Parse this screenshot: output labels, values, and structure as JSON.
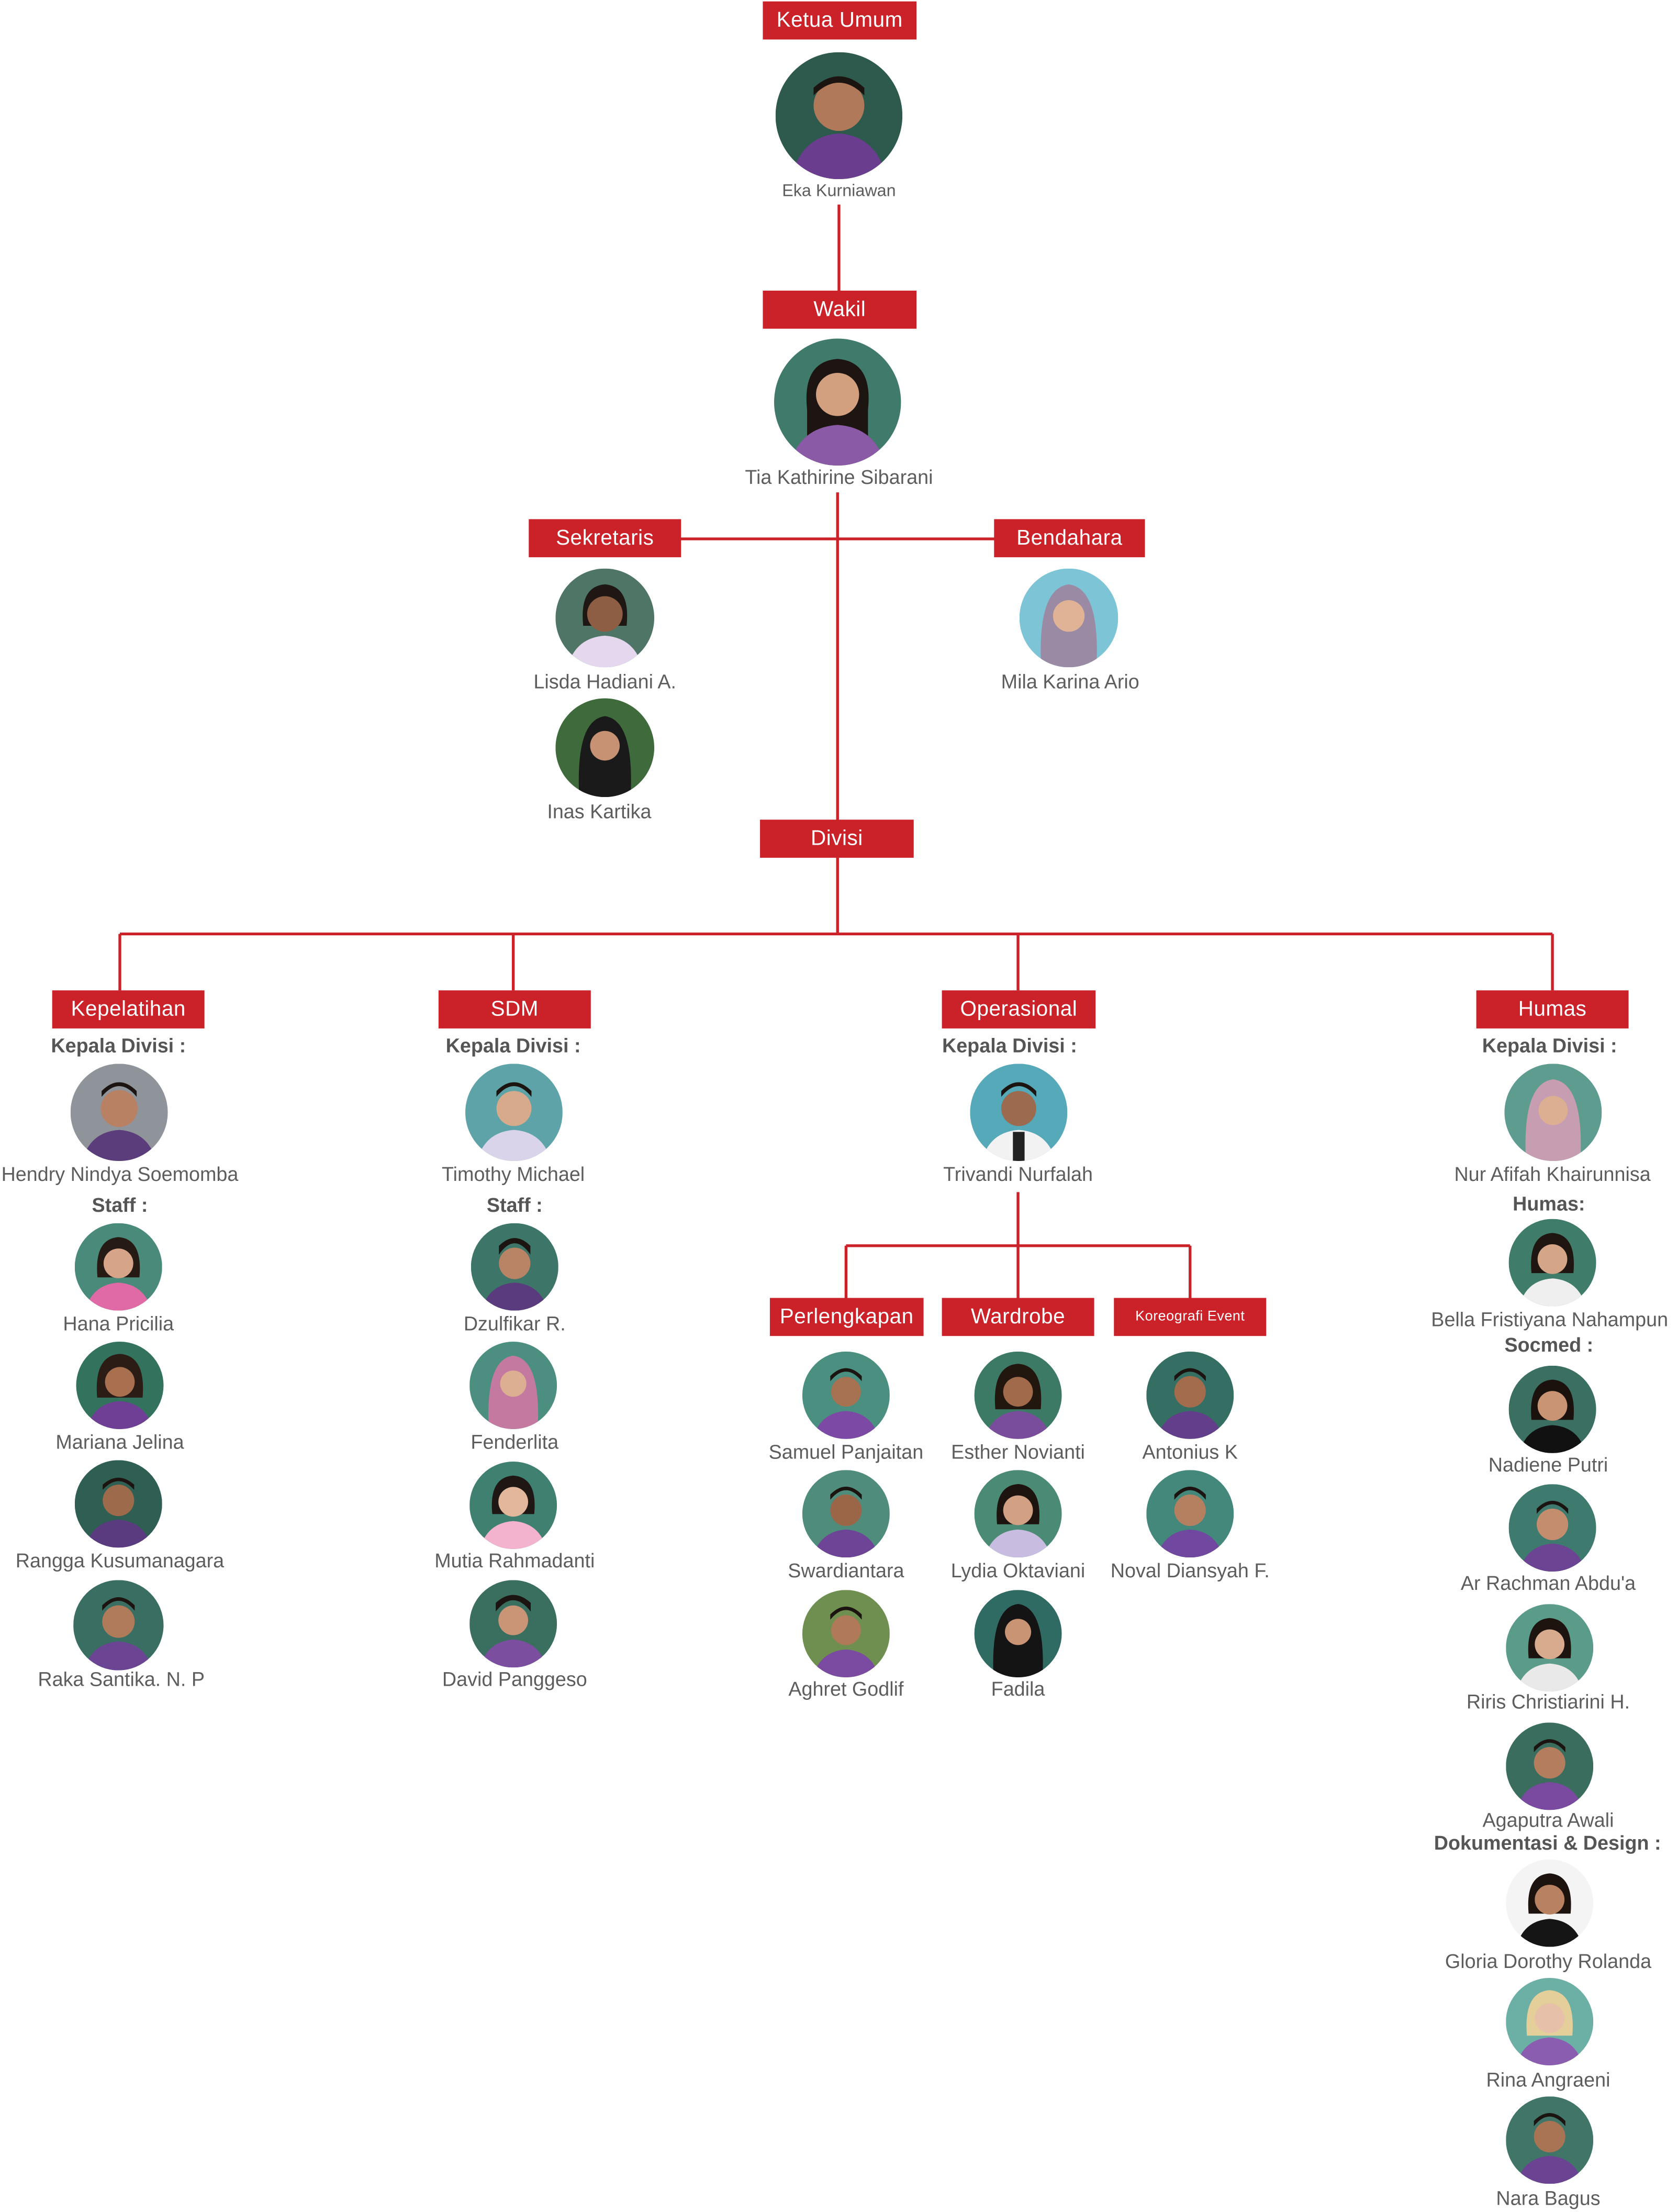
{
  "colors": {
    "accent": "#cb2229",
    "line": "#cb2229",
    "text": "#5d5d5d"
  },
  "top": {
    "ketua": {
      "role": "Ketua Umum",
      "name": "Eka Kurniawan"
    },
    "wakil": {
      "role": "Wakil",
      "name": "Tia Kathirine Sibarani"
    },
    "sekretaris": {
      "role": "Sekretaris",
      "names": [
        "Lisda Hadiani A.",
        "Inas Kartika"
      ]
    },
    "bendahara": {
      "role": "Bendahara",
      "name": "Mila Karina Ario"
    },
    "divisi": {
      "role": "Divisi"
    }
  },
  "divisions": {
    "kepelatihan": {
      "role": "Kepelatihan",
      "head_label": "Kepala Divisi :",
      "head": "Hendry Nindya Soemomba",
      "staff_label": "Staff :",
      "staff": [
        "Hana Pricilia",
        "Mariana Jelina",
        "Rangga Kusumanagara",
        "Raka Santika. N. P"
      ]
    },
    "sdm": {
      "role": "SDM",
      "head_label": "Kepala Divisi :",
      "head": "Timothy Michael",
      "staff_label": "Staff :",
      "staff": [
        "Dzulfikar R.",
        "Fenderlita",
        "Mutia Rahmadanti",
        "David Panggeso"
      ]
    },
    "operasional": {
      "role": "Operasional",
      "head_label": "Kepala Divisi :",
      "head": "Trivandi Nurfalah",
      "subs": [
        {
          "role": "Perlengkapan",
          "members": [
            "Samuel Panjaitan",
            "Swardiantara",
            "Aghret Godlif"
          ]
        },
        {
          "role": "Wardrobe",
          "members": [
            "Esther Novianti",
            "Lydia Oktaviani",
            "Fadila"
          ]
        },
        {
          "role": "Koreografi Event",
          "members": [
            "Antonius K",
            "Noval Diansyah F."
          ]
        }
      ]
    },
    "humas": {
      "role": "Humas",
      "head_label": "Kepala Divisi :",
      "head": "Nur Afifah Khairunnisa",
      "humas_label": "Humas:",
      "humas": [
        "Bella Fristiyana Nahampun"
      ],
      "socmed_label": "Socmed :",
      "socmed": [
        "Nadiene Putri",
        "Ar Rachman Abdu'a",
        "Riris Christiarini H.",
        "Agaputra Awali"
      ],
      "dok_label": "Dokumentasi & Design  :",
      "dok": [
        "Gloria Dorothy Rolanda",
        "Rina Angraeni",
        "Nara Bagus"
      ]
    }
  }
}
